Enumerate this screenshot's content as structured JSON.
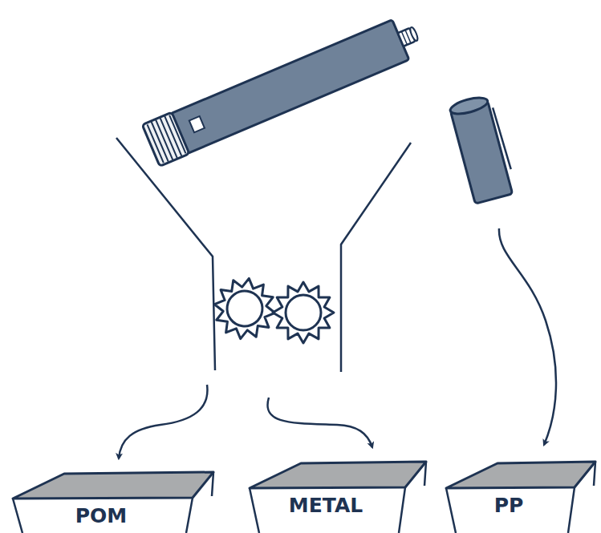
{
  "diagram": {
    "nodes": [
      {
        "text": [
          "POM"
        ]
      },
      {
        "text": [
          "METAL"
        ]
      },
      {
        "text": [
          "PP"
        ]
      }
    ]
  }
}
